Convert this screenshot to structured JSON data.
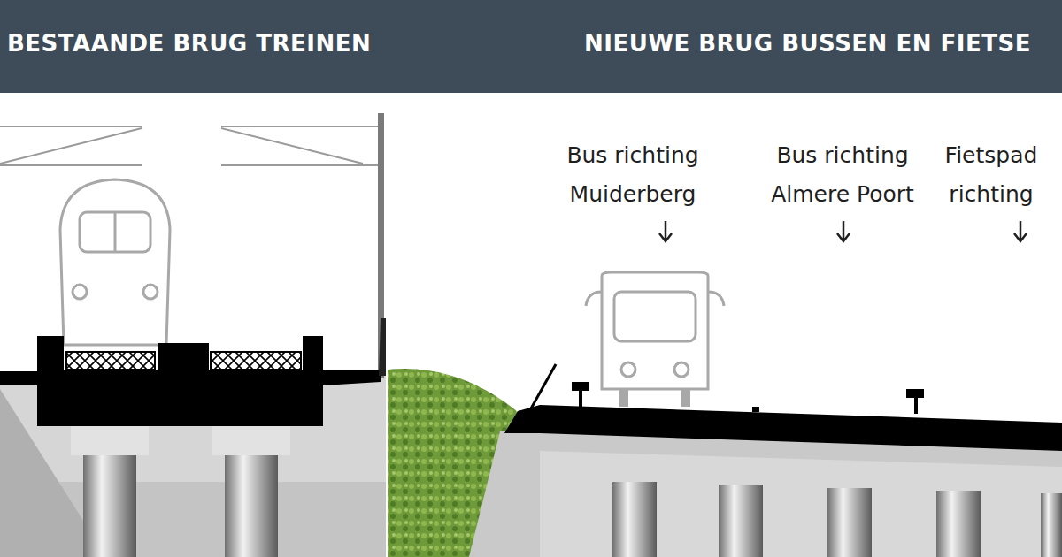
{
  "diagram": {
    "labels": [
      "BESTAANDE BRUG TREINEN",
      "NIEUWE BRUG BUSSEN EN FIETSE",
      "Bus richting Muiderberg",
      "Bus richting Almere Poort",
      "Fietspad richting"
    ]
  }
}
